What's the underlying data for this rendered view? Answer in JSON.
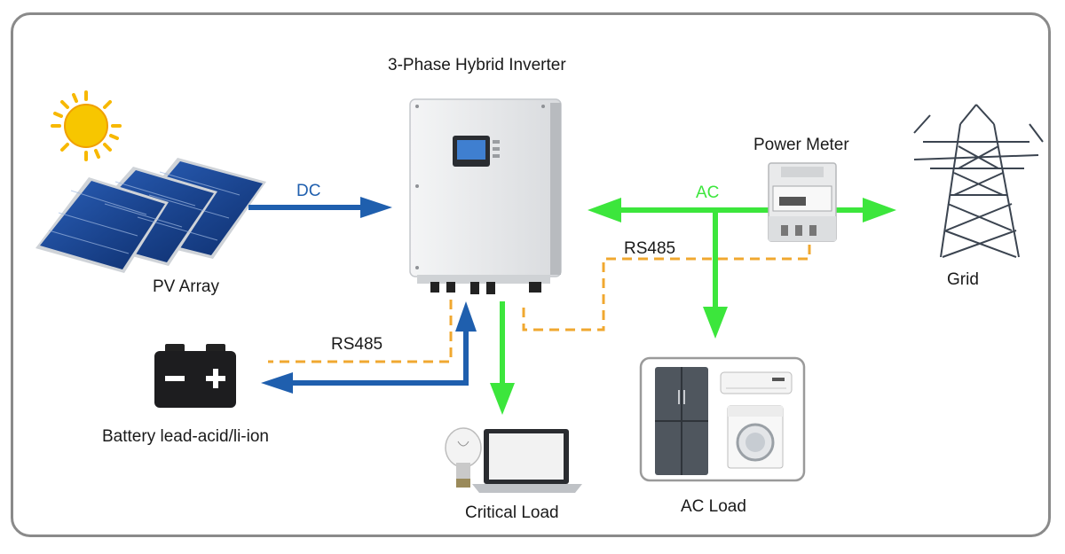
{
  "labels": {
    "inverter": "3-Phase Hybrid Inverter",
    "pv_array": "PV Array",
    "dc": "DC",
    "ac": "AC",
    "power_meter": "Power Meter",
    "grid": "Grid",
    "rs485_top": "RS485",
    "rs485_battery": "RS485",
    "battery": "Battery lead-acid/li-ion",
    "critical_load": "Critical Load",
    "ac_load": "AC Load"
  },
  "colors": {
    "dc_arrow": "#1f5fae",
    "ac_arrow": "#3ce63c",
    "rs485_line": "#f0a830",
    "frame": "#8a8a8a"
  },
  "icons": [
    "sun-icon",
    "solar-panel-icon",
    "inverter-icon",
    "power-meter-icon",
    "pylon-icon",
    "battery-icon",
    "bulb-icon",
    "laptop-icon",
    "fridge-icon",
    "air-conditioner-icon",
    "washing-machine-icon"
  ]
}
